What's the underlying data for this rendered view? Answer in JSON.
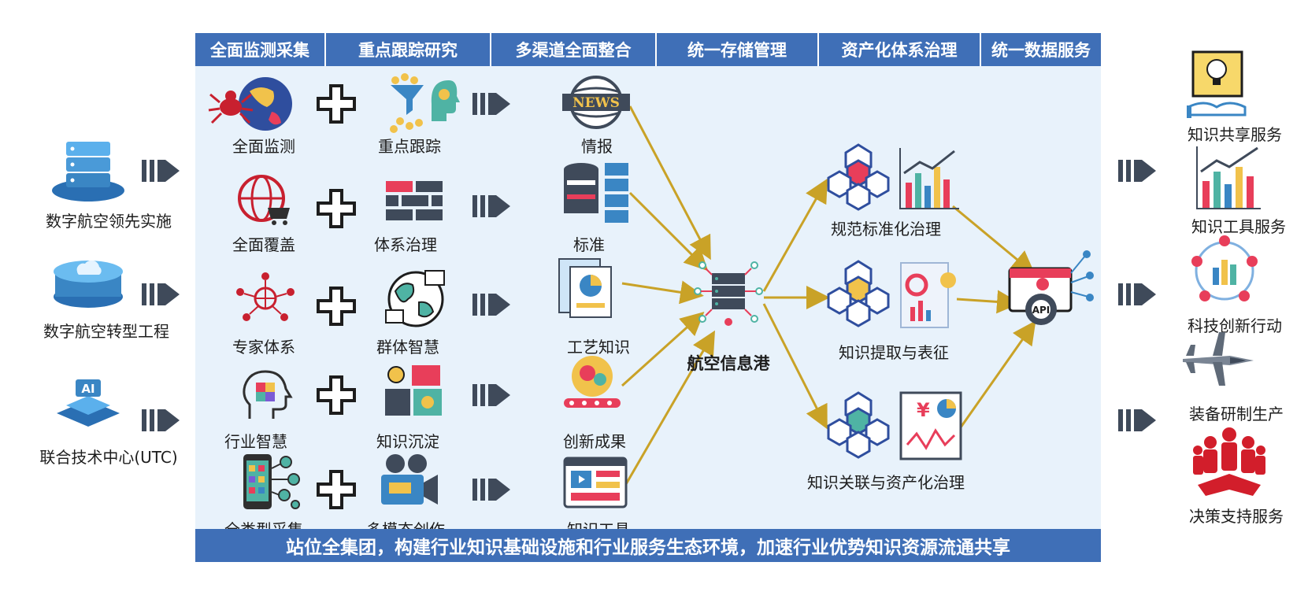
{
  "headers": [
    "全面监测采集",
    "重点跟踪研究",
    "多渠道全面整合",
    "统一存储管理",
    "资产化体系治理",
    "统一数据服务"
  ],
  "left_sources": [
    "数字航空领先实施",
    "数字航空转型工程",
    "联合技术中心(UTC)"
  ],
  "monitor": [
    "全面监测",
    "全面覆盖",
    "专家体系",
    "行业智慧",
    "全类型采集"
  ],
  "research": [
    "重点跟踪",
    "体系治理",
    "群体智慧",
    "知识沉淀",
    "多模态创作"
  ],
  "channels": [
    "情报",
    "标准",
    "工艺知识",
    "创新成果",
    "知识工具"
  ],
  "news_text": "NEWS",
  "hub_label": "航空信息港",
  "governance": [
    "规范标准化治理",
    "知识提取与表征",
    "知识关联与资产化治理"
  ],
  "currency_symbol": "¥",
  "api_label": "API",
  "services": [
    "知识共享服务",
    "知识工具服务",
    "科技创新行动",
    "装备研制生产",
    "决策支持服务"
  ],
  "footer_text": "站位全集团，构建行业知识基础设施和行业服务生态环境，加速行业优势知识资源流通共享",
  "colors": {
    "header_bg": "#3f6fb7",
    "panel_bg": "#e8f2fb",
    "arrow_gold": "#c9a227",
    "arrow_gray": "#3f4a5a"
  }
}
